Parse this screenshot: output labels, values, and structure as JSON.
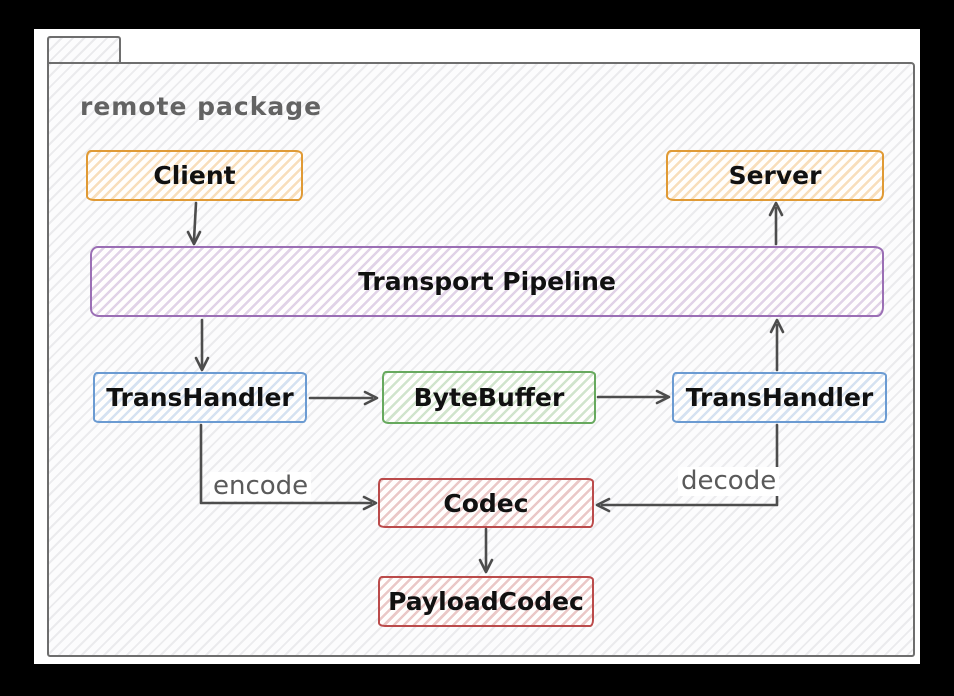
{
  "package": {
    "label": "remote package"
  },
  "nodes": {
    "client": {
      "label": "Client",
      "color": "#e09a35"
    },
    "server": {
      "label": "Server",
      "color": "#e09a35"
    },
    "pipeline": {
      "label": "Transport Pipeline",
      "color": "#9b6fb5"
    },
    "th_left": {
      "label": "TransHandler",
      "color": "#6b9bd2"
    },
    "bytebuffer": {
      "label": "ByteBuffer",
      "color": "#67a95e"
    },
    "th_right": {
      "label": "TransHandler",
      "color": "#6b9bd2"
    },
    "codec": {
      "label": "Codec",
      "color": "#bb4b4b"
    },
    "payloadcodec": {
      "label": "PayloadCodec",
      "color": "#bb4b4b"
    }
  },
  "edges": {
    "encode_label": "encode",
    "decode_label": "decode",
    "connections": [
      "Client -> Transport Pipeline",
      "Transport Pipeline -> TransHandler (left)",
      "TransHandler (left) -> ByteBuffer",
      "ByteBuffer -> TransHandler (right)",
      "TransHandler (right) -> Transport Pipeline",
      "Transport Pipeline -> Server",
      "TransHandler (left) -> Codec (encode)",
      "TransHandler (right) -> Codec (decode)",
      "Codec -> PayloadCodec"
    ]
  },
  "colors": {
    "frame": "#000000",
    "canvas": "#ffffff",
    "package_stroke": "#6e6e6e",
    "package_label": "#636363",
    "arrow": "#4d4d4d",
    "edge_label_text": "#5a5a5a",
    "node_text": "#111111"
  }
}
